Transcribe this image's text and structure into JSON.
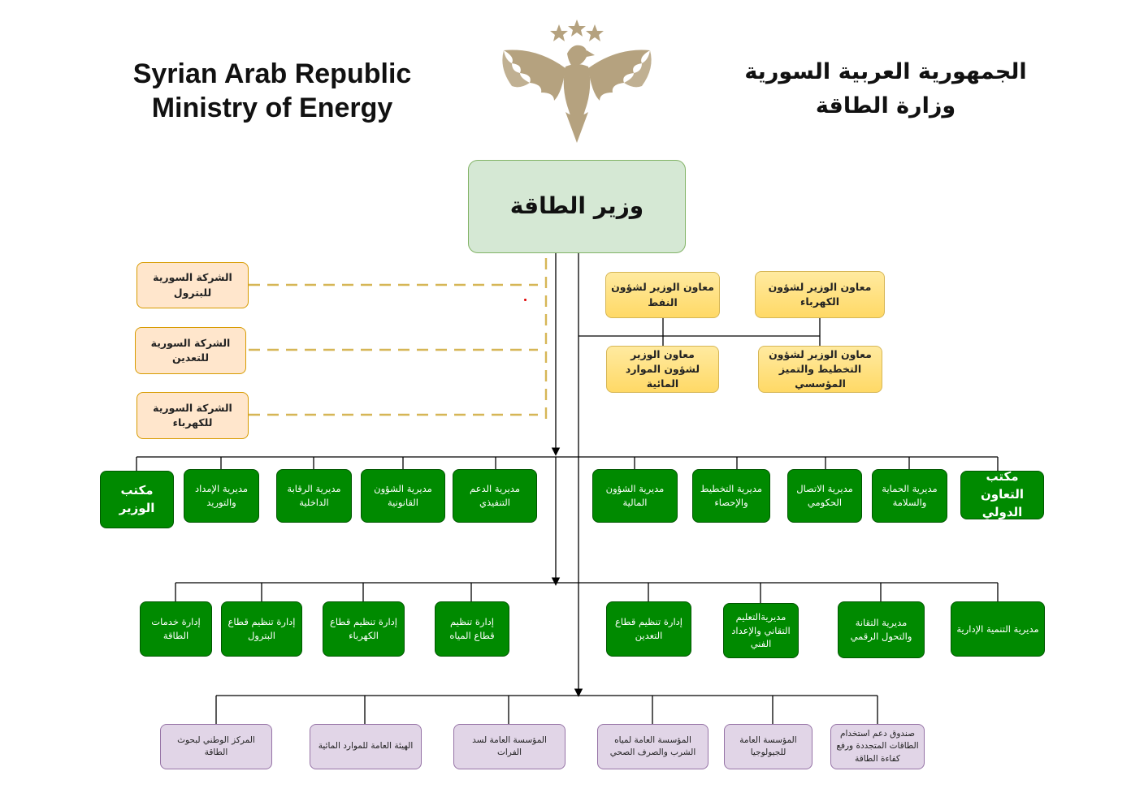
{
  "header": {
    "english_line1": "Syrian Arab Republic",
    "english_line2": "Ministry of Energy",
    "arabic_line1": "الجمهورية العربية السورية",
    "arabic_line2": "وزارة الطاقة"
  },
  "emblem": {
    "icon": "syrian-eagle-emblem-icon",
    "color": "#b5a27f",
    "stars": 3
  },
  "colors": {
    "minister_fill": "#d5e8d4",
    "company_fill": "#ffe6cc",
    "deputy_fill": "#ffd966",
    "directorate_fill": "#008a00",
    "entity_fill": "#e1d5e7",
    "dashed_connector": "#d6b656"
  },
  "minister": {
    "label": "وزير الطاقة"
  },
  "companies": [
    {
      "label": "الشركة السورية للبترول"
    },
    {
      "label": "الشركة السورية للتعدين"
    },
    {
      "label": "الشركة السورية للكهرباء"
    }
  ],
  "deputies": [
    {
      "label": "معاون الوزير لشؤون النفط"
    },
    {
      "label": "معاون الوزير لشؤون الكهرباء"
    },
    {
      "label": "معاون الوزير لشؤون الموارد المائية"
    },
    {
      "label": "معاون الوزير لشؤون التخطيط والتميز المؤسسي"
    }
  ],
  "directorates_row1": [
    {
      "label": "مكتب الوزير"
    },
    {
      "label": "مديرية الإمداد والتوريد"
    },
    {
      "label": "مديرية الرقابة الداخلية"
    },
    {
      "label": "مديرية الشؤون القانونية"
    },
    {
      "label": "مديرية الدعم التنفيذي"
    },
    {
      "label": "مديرية الشؤون المالية"
    },
    {
      "label": "مديرية التخطيط والإحصاء"
    },
    {
      "label": "مديرية الاتصال الحكومي"
    },
    {
      "label": "مديرية الحماية والسلامة"
    },
    {
      "label": "مكتب التعاون الدولي"
    }
  ],
  "directorates_row2": [
    {
      "label": "إدارة خدمات الطاقة"
    },
    {
      "label": "إدارة تنظيم قطاع البترول"
    },
    {
      "label": "إدارة تنظيم قطاع الكهرباء"
    },
    {
      "label": "إدارة تنظيم قطاع المياه"
    },
    {
      "label": "إدارة تنظيم قطاع التعدين"
    },
    {
      "label": "مديريةالتعليم التقاني والإعداد الفني"
    },
    {
      "label": "مديرية التقانة والتحول الرقمي"
    },
    {
      "label": "مديرية التنمية الإدارية"
    }
  ],
  "entities": [
    {
      "label": "المركز الوطني لبحوث الطاقة"
    },
    {
      "label": "الهيئة العامة للموارد المائية"
    },
    {
      "label": "المؤسسة العامة لسد الفرات"
    },
    {
      "label": "المؤسسة العامة لمياه الشرب والصرف الصحي"
    },
    {
      "label": "المؤسسة العامة للجيولوجيا"
    },
    {
      "label": "صندوق دعم استخدام الطاقات المتجددة ورفع كفاءة الطاقة"
    }
  ]
}
